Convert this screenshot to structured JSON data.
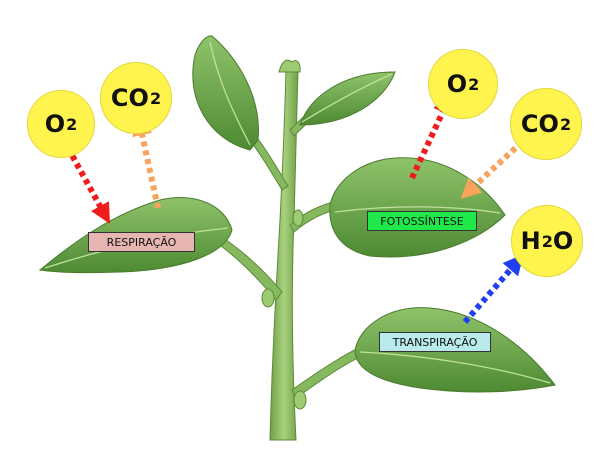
{
  "labels": {
    "respiracao": "RESPIRAÇÃO",
    "fotossintese": "FOTOSSÍNTESE",
    "transpiracao": "TRANSPIRAÇÃO"
  },
  "molecules": {
    "o2_left": {
      "element": "O",
      "sub": "2"
    },
    "co2_left": {
      "element": "CO",
      "sub": "2"
    },
    "o2_right": {
      "element": "O",
      "sub": "2"
    },
    "co2_right": {
      "element": "CO",
      "sub": "2"
    },
    "h2o": {
      "element": "H",
      "sub": "2",
      "suffix": "O"
    }
  },
  "colors": {
    "bubble_fill": "#fff34d",
    "respiracao_fill": "#e7b6b3",
    "fotossintese_fill": "#1ee84a",
    "transpiracao_fill": "#b9eaec",
    "o2_arrow": "#ee1c1c",
    "co2_arrow": "#f7a35c",
    "h2o_arrow": "#1f3ff0",
    "leaf": "#6fa84a",
    "stem": "#8cbf63"
  }
}
